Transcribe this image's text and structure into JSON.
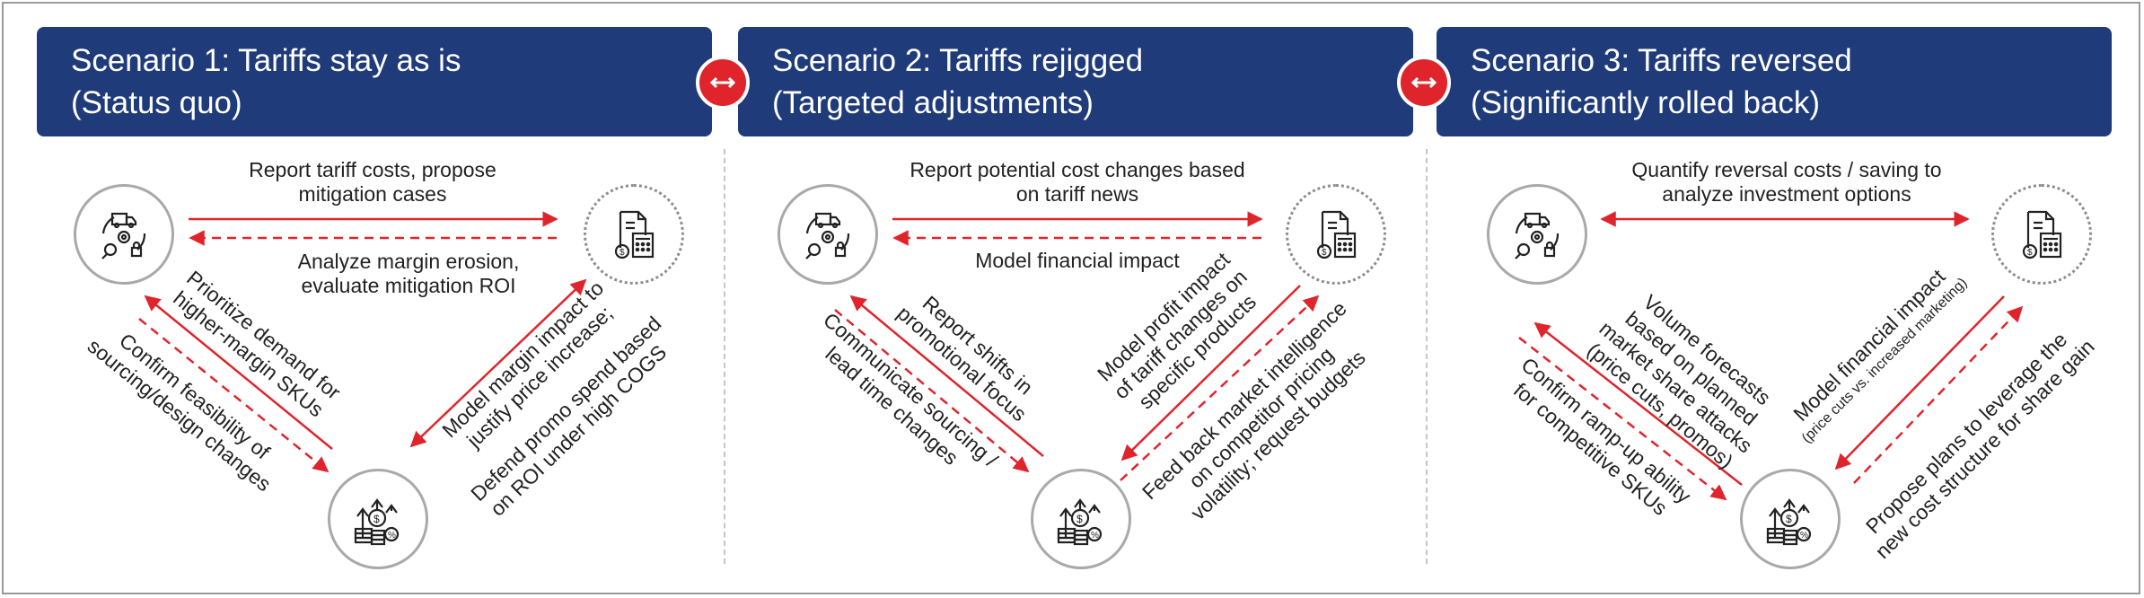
{
  "colors": {
    "navy": "#1f3b7a",
    "red": "#e0242b",
    "text": "#222222"
  },
  "scenarios": [
    {
      "title_line1": "Scenario 1: Tariffs stay as is",
      "title_line2": "(Status quo)",
      "top_label": [
        "Report tariff costs, propose",
        "mitigation cases"
      ],
      "bottom_label": [
        "Analyze margin erosion,",
        "evaluate mitigation ROI"
      ],
      "left_solid_label": [
        "Prioritize demand for",
        "higher-margin SKUs"
      ],
      "left_dashed_label": [
        "Confirm feasibility of",
        "sourcing/design changes"
      ],
      "right_solid_label": [
        "Model margin impact to",
        "justify price increase;"
      ],
      "right_dashed_label": [
        "Defend promo spend based",
        "on ROI under high COGS"
      ]
    },
    {
      "title_line1": "Scenario 2: Tariffs rejigged",
      "title_line2": "(Targeted adjustments)",
      "top_label": [
        "Report potential cost changes based",
        "on tariff news"
      ],
      "bottom_label": [
        "Model financial impact"
      ],
      "left_solid_label": [
        "Report shifts in",
        "promotional focus"
      ],
      "left_dashed_label": [
        "Communicate sourcing /",
        "lead time changes"
      ],
      "right_solid_label": [
        "Model profit impact",
        "of tariff changes on",
        "specific products"
      ],
      "right_dashed_label": [
        "Feed back market intelligence",
        "on competitor pricing",
        "volatility; request budgets"
      ]
    },
    {
      "title_line1": "Scenario 3: Tariffs reversed",
      "title_line2": "(Significantly rolled back)",
      "top_label": [
        "Quantify reversal costs / saving to",
        "analyze investment options"
      ],
      "left_solid_label": [
        "Volume forecasts",
        "based on planned",
        "market share attacks",
        "(price cuts, promos)"
      ],
      "left_dashed_label": [
        "Confirm ramp-up ability",
        "for competitive SKUs"
      ],
      "right_solid_label": [
        "Model financial impact",
        "(price cuts vs. increased  marketing)"
      ],
      "right_dashed_label": [
        "Propose plans to leverage the",
        "new cost structure for share gain"
      ]
    }
  ]
}
